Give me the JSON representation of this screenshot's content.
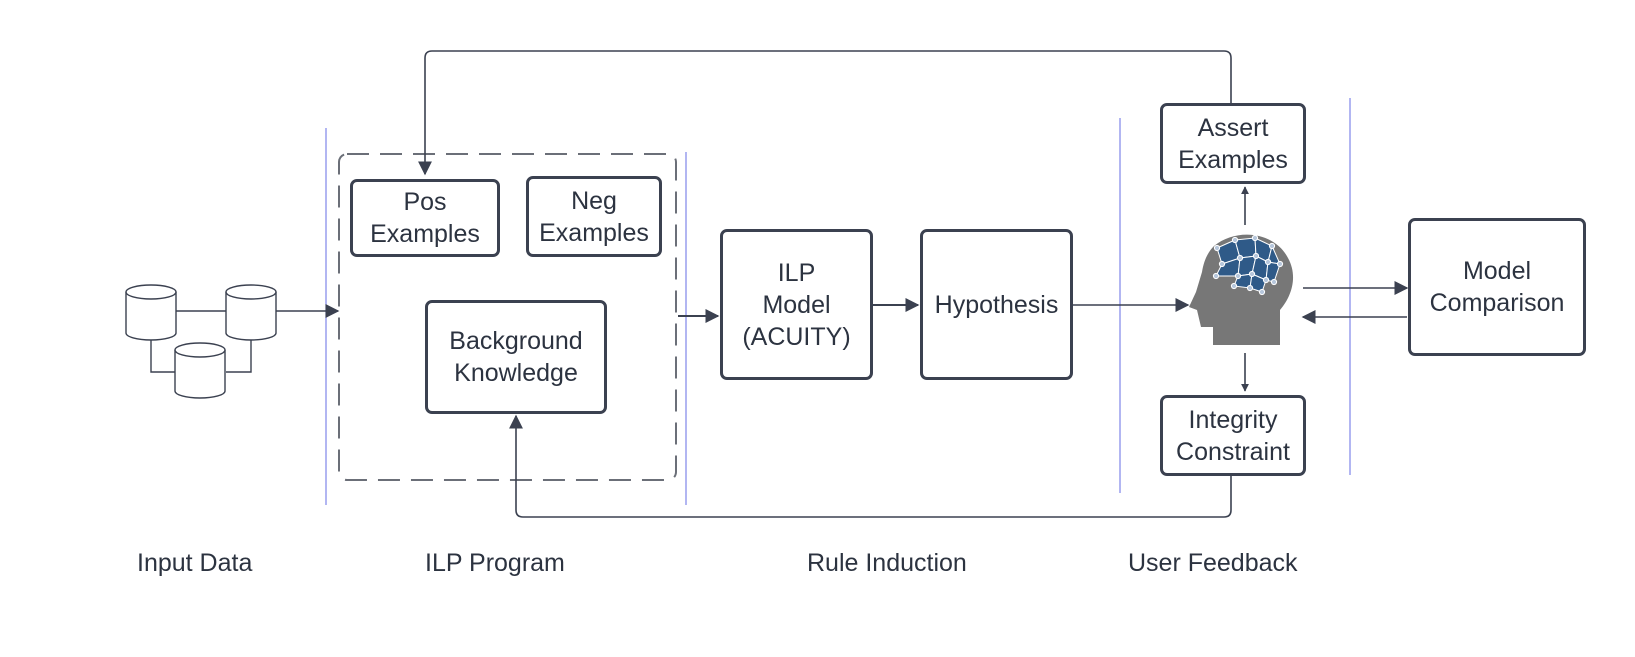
{
  "boxes": {
    "pos_examples": {
      "line1": "Pos",
      "line2": "Examples"
    },
    "neg_examples": {
      "line1": "Neg",
      "line2": "Examples"
    },
    "background_knowledge": {
      "line1": "Background",
      "line2": "Knowledge"
    },
    "ilp_model": {
      "line1": "ILP",
      "line2": "Model",
      "line3": "(ACUITY)"
    },
    "hypothesis": {
      "line1": "Hypothesis"
    },
    "assert_examples": {
      "line1": "Assert",
      "line2": "Examples"
    },
    "integrity_constraint": {
      "line1": "Integrity",
      "line2": "Constraint"
    },
    "model_comparison": {
      "line1": "Model",
      "line2": "Comparison"
    }
  },
  "stages": {
    "input_data": "Input Data",
    "ilp_program": "ILP Program",
    "rule_induction": "Rule Induction",
    "user_feedback": "User Feedback"
  },
  "icons": {
    "database": "database-cylinders-icon",
    "user": "human-head-brain-icon"
  },
  "colors": {
    "line": "#3b4150",
    "divider": "#7f86e8",
    "dashed_border": "#6b6f78",
    "head": "#777777",
    "brain": "#2f5a88"
  }
}
